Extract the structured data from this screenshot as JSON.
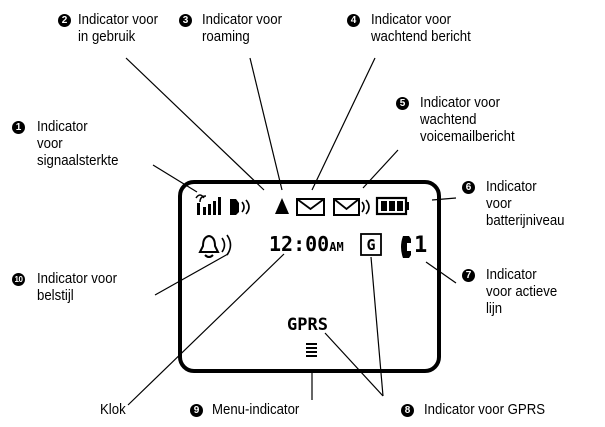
{
  "clock": {
    "time": "12:00",
    "ampm": "AM"
  },
  "gprs_text": "GPRS",
  "line_indicator": "1",
  "labels": [
    {
      "id": "in-use",
      "number": "2",
      "lines": [
        "Indicator voor",
        "in gebruik"
      ]
    },
    {
      "id": "roaming",
      "number": "3",
      "lines": [
        "Indicator voor",
        "roaming"
      ]
    },
    {
      "id": "message",
      "number": "4",
      "lines": [
        "Indicator voor",
        "wachtend bericht"
      ]
    },
    {
      "id": "signal",
      "number": "1",
      "lines": [
        "Indicator",
        "voor",
        "signaalsterkte"
      ]
    },
    {
      "id": "voicemail",
      "number": "5",
      "lines": [
        "Indicator voor",
        "wachtend",
        "voicemailbericht"
      ]
    },
    {
      "id": "battery",
      "number": "6",
      "lines": [
        "Indicator",
        "voor",
        "batterijniveau"
      ]
    },
    {
      "id": "ring-style",
      "number": "10",
      "lines": [
        "Indicator voor",
        "belstijl"
      ]
    },
    {
      "id": "active-line",
      "number": "7",
      "lines": [
        "Indicator",
        "voor actieve",
        "lijn"
      ]
    },
    {
      "id": "clock",
      "number": "",
      "lines": [
        "Klok"
      ]
    },
    {
      "id": "menu",
      "number": "9",
      "lines": [
        "Menu-indicator"
      ]
    },
    {
      "id": "gprs",
      "number": "8",
      "lines": [
        "Indicator voor GPRS"
      ]
    }
  ]
}
